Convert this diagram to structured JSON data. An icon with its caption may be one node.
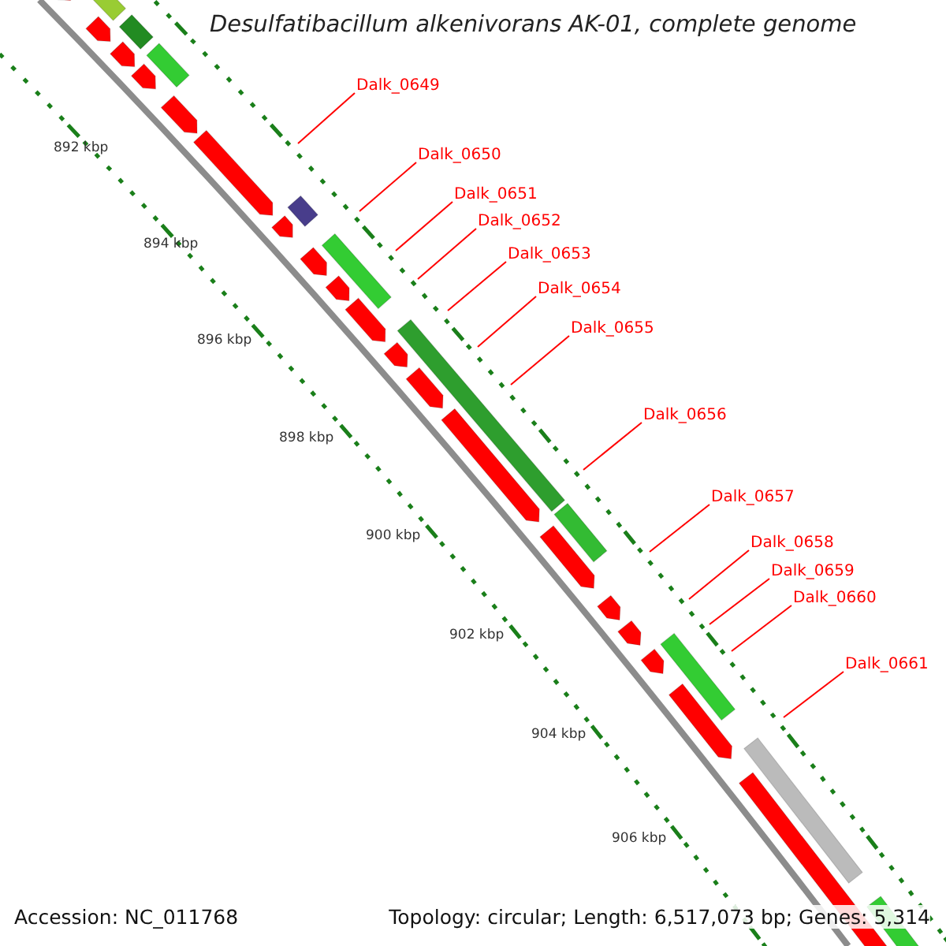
{
  "diagram": {
    "title": "Desulfatibacillum alkenivorans AK-01, complete genome",
    "nodes": [
      {
        "text": [
          "Dalk_0649"
        ]
      },
      {
        "text": [
          "Dalk_0650"
        ]
      },
      {
        "text": [
          "Dalk_0651"
        ]
      },
      {
        "text": [
          "Dalk_0652"
        ]
      },
      {
        "text": [
          "Dalk_0653"
        ]
      },
      {
        "text": [
          "Dalk_0654"
        ]
      },
      {
        "text": [
          "Dalk_0655"
        ]
      },
      {
        "text": [
          "Dalk_0656"
        ]
      },
      {
        "text": [
          "Dalk_0657"
        ]
      },
      {
        "text": [
          "Dalk_0658"
        ]
      },
      {
        "text": [
          "Dalk_0659"
        ]
      },
      {
        "text": [
          "Dalk_0660"
        ]
      },
      {
        "text": [
          "Dalk_0661"
        ]
      }
    ],
    "edges": [
      {
        "from": 0,
        "to": null,
        "arrow": "none"
      },
      {
        "from": 1,
        "to": null,
        "arrow": "none"
      },
      {
        "from": 2,
        "to": null,
        "arrow": "none"
      },
      {
        "from": 3,
        "to": null,
        "arrow": "none"
      },
      {
        "from": 4,
        "to": null,
        "arrow": "none"
      },
      {
        "from": 5,
        "to": null,
        "arrow": "none"
      },
      {
        "from": 6,
        "to": null,
        "arrow": "none"
      },
      {
        "from": 7,
        "to": null,
        "arrow": "none"
      },
      {
        "from": 8,
        "to": null,
        "arrow": "none"
      },
      {
        "from": 9,
        "to": null,
        "arrow": "none"
      },
      {
        "from": 10,
        "to": null,
        "arrow": "none"
      },
      {
        "from": 11,
        "to": null,
        "arrow": "none"
      },
      {
        "from": 12,
        "to": null,
        "arrow": "none"
      }
    ],
    "labels": [
      "892 kbp",
      "894 kbp",
      "896 kbp",
      "898 kbp",
      "900 kbp",
      "902 kbp",
      "904 kbp",
      "906 kbp",
      "Accession: NC_011768",
      "Topology: circular; Length: 6,517,073 bp; Genes: 5,314"
    ]
  }
}
